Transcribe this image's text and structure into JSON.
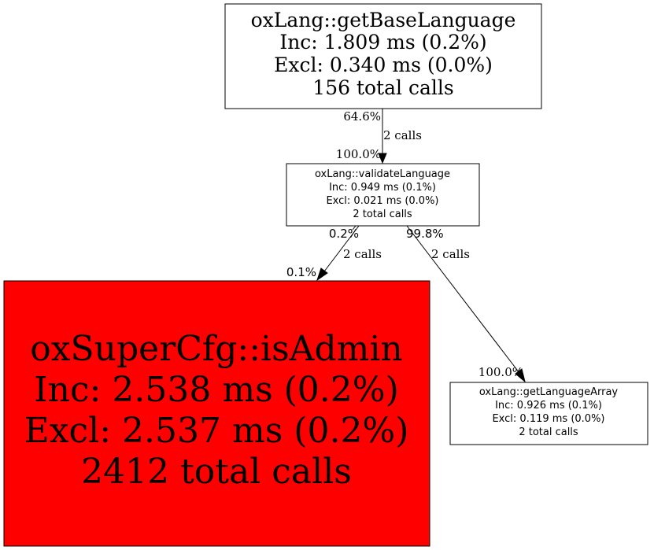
{
  "colors": {
    "default_fill": "#ffffff",
    "hot_fill": "#ff0000",
    "stroke": "#000000"
  },
  "nodes": {
    "getBaseLanguage": {
      "name": "oxLang::getBaseLanguage",
      "inc": "Inc: 1.809 ms (0.2%)",
      "excl": "Excl: 0.340 ms (0.0%)",
      "calls": "156 total calls"
    },
    "validateLanguage": {
      "name": "oxLang::validateLanguage",
      "inc": "Inc: 0.949 ms (0.1%)",
      "excl": "Excl: 0.021 ms (0.0%)",
      "calls": "2 total calls"
    },
    "isAdmin": {
      "name": "oxSuperCfg::isAdmin",
      "inc": "Inc: 2.538 ms (0.2%)",
      "excl": "Excl: 2.537 ms (0.2%)",
      "calls": "2412 total calls"
    },
    "getLanguageArray": {
      "name": "oxLang::getLanguageArray",
      "inc": "Inc: 0.926 ms (0.1%)",
      "excl": "Excl: 0.119 ms (0.0%)",
      "calls": "2 total calls"
    }
  },
  "edges": {
    "base_to_validate": {
      "tail_pct": "64.6%",
      "label": "2 calls",
      "head_pct": "100.0%"
    },
    "validate_to_isadmin": {
      "tail_pct": "0.2%",
      "label": "2 calls",
      "head_pct": "0.1%"
    },
    "validate_to_langarray": {
      "tail_pct": "99.8%",
      "label": "2 calls",
      "head_pct": "100.0%"
    }
  }
}
